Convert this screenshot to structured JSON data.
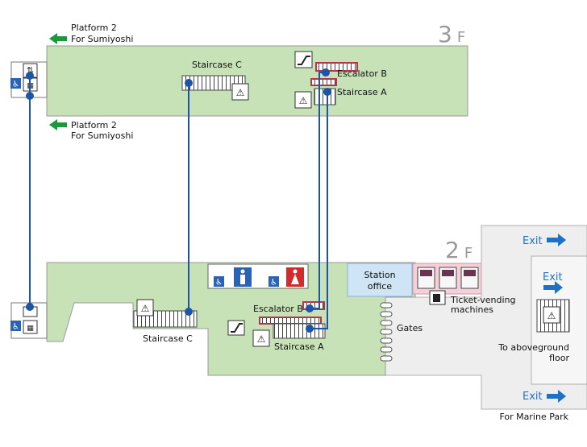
{
  "floors": {
    "f3": {
      "num": "3",
      "suffix": "F"
    },
    "f2": {
      "num": "2",
      "suffix": "F"
    }
  },
  "platform_top": {
    "line1": "Platform 2",
    "line2": "For Sumiyoshi"
  },
  "platform_bottom": {
    "line1": "Platform 2",
    "line2": "For Sumiyoshi"
  },
  "labels": {
    "staircase_c_3f": "Staircase C",
    "escalator_b_3f": "Escalator B",
    "staircase_a_3f": "Staircase A",
    "staircase_c_2f": "Staircase C",
    "escalator_b_2f": "Escalator B",
    "staircase_a_2f": "Staircase A",
    "station_office_1": "Station",
    "station_office_2": "office",
    "ticket_1": "Ticket-vending",
    "ticket_2": "machines",
    "gates": "Gates",
    "aboveground_1": "To aboveground",
    "aboveground_2": "floor",
    "marine_park": "For Marine Park"
  },
  "exits": [
    "Exit",
    "Exit",
    "Exit"
  ],
  "colors": {
    "floor_green": "#c7e2b6",
    "concourse_gray": "#eeeeee",
    "office_blue": "#cfe4f5",
    "ticket_pink": "#f5d0d8",
    "route_blue": "#1c55a8",
    "arrow_green": "#1a9a3c",
    "exit_blue": "#1e72c4",
    "escalator_red": "#b5364a"
  },
  "icons": [
    "arrow-left-icon",
    "elevator-icon",
    "wheelchair-icon",
    "escalator-icon",
    "stairs-icon",
    "male-restroom-icon",
    "female-restroom-icon",
    "ticket-machine-icon",
    "exit-arrow-icon"
  ]
}
